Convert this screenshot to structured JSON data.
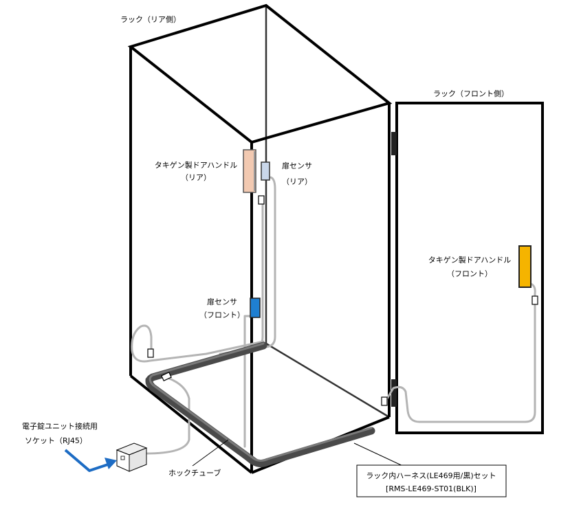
{
  "labels": {
    "rack_rear": "ラック（リア側）",
    "rack_front": "ラック（フロント側）",
    "handle_rear_line1": "タキゲン製ドアハンドル",
    "handle_rear_line2": "（リア）",
    "sensor_rear_line1": "扉センサ",
    "sensor_rear_line2": "（リア）",
    "handle_front_line1": "タキゲン製ドアハンドル",
    "handle_front_line2": "（フロント）",
    "sensor_front_line1": "扉センサ",
    "sensor_front_line2": "（フロント）",
    "socket_line1": "電子錠ユニット接続用",
    "socket_line2": "ソケット（RJ45）",
    "hook_tube": "ホックチューブ",
    "harness_line1": "ラック内ハーネス(LE469用/黒)セット",
    "harness_line2": "[RMS-LE469-ST01(BLK)]"
  },
  "colors": {
    "rear_handle": "#f2c9b1",
    "front_handle": "#f5b400",
    "rear_sensor": "#c9d7ea",
    "front_sensor": "#1f7fd1",
    "arrow": "#1d6cc4",
    "tube": "#4a4a4a",
    "cable": "#b4b4b4"
  }
}
